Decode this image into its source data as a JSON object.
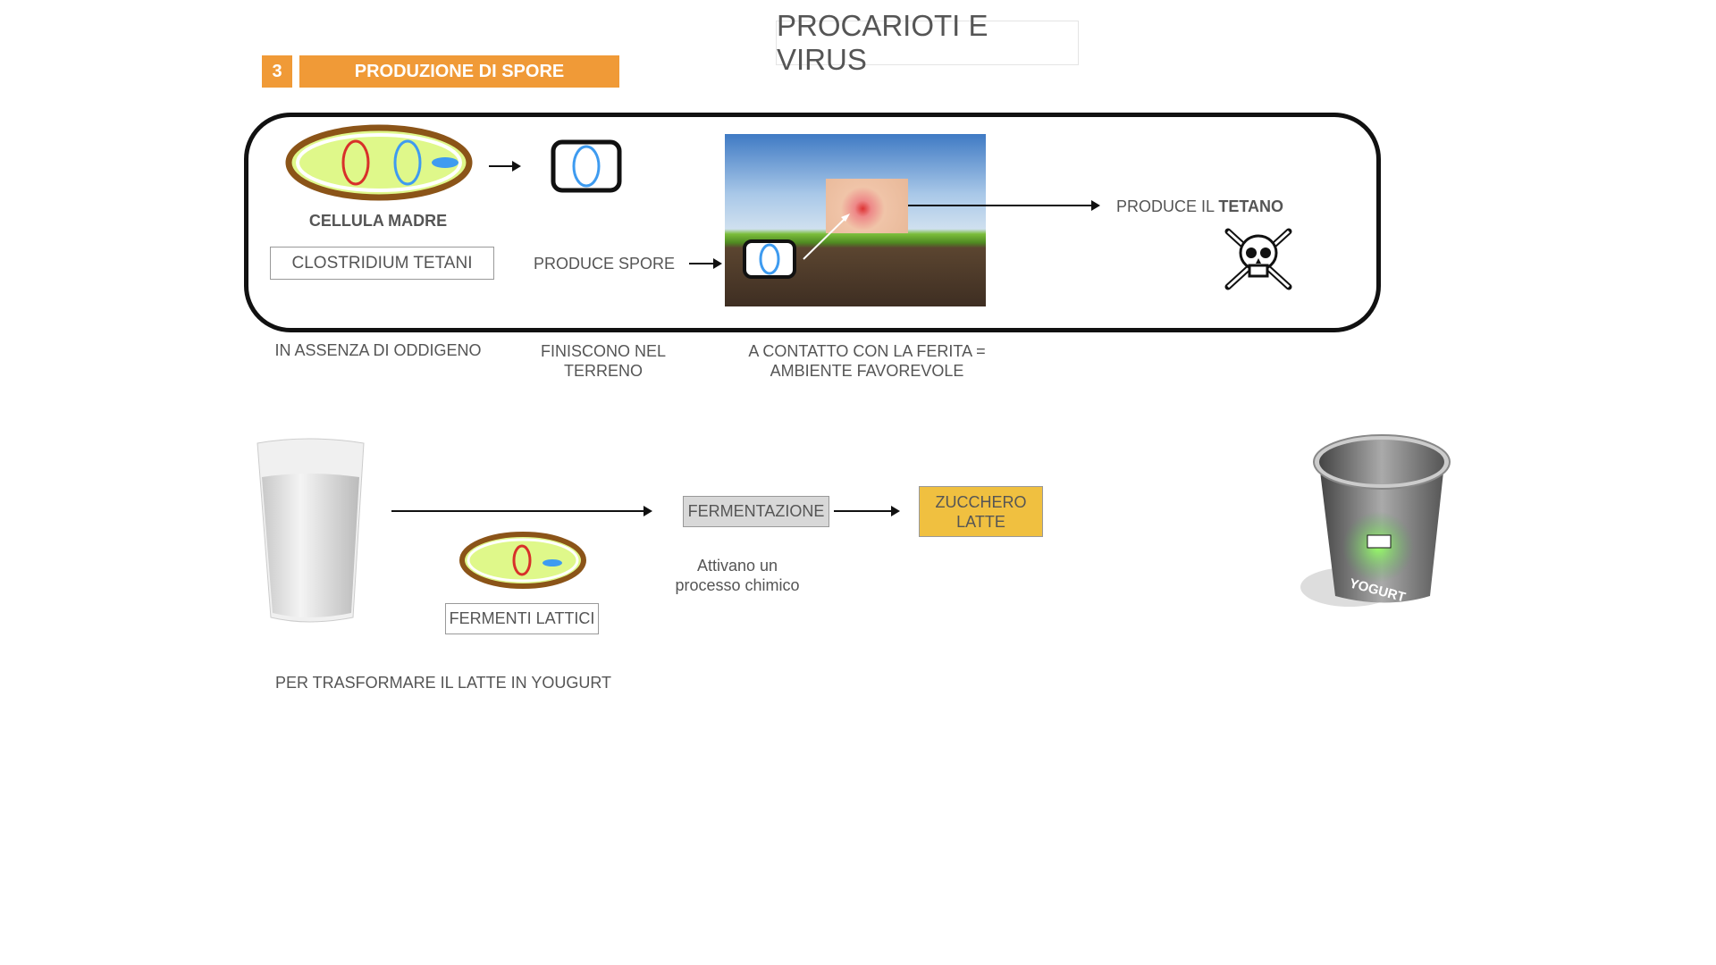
{
  "header": {
    "section_number": "3",
    "section_title": "PRODUZIONE DI SPORE",
    "page_title": "PROCARIOTI E VIRUS"
  },
  "spores": {
    "mother_cell_label": "CELLULA MADRE",
    "species_label": "CLOSTRIDIUM TETANI",
    "produces_spores": "PRODUCE SPORE",
    "produces_tetanus_prefix": "PRODUCE IL ",
    "produces_tetanus_bold": "TETANO",
    "caption_oxygen": "IN ASSENZA DI ODDIGENO",
    "caption_soil_1": "FINISCONO NEL",
    "caption_soil_2": "TERRENO",
    "caption_wound_1": "A CONTATTO CON LA FERITA =",
    "caption_wound_2": "AMBIENTE FAVOREVOLE"
  },
  "yogurt": {
    "lactic_label": "FERMENTI LATTICI",
    "fermentation_label": "FERMENTAZIONE",
    "sugar_label_1": "ZUCCHERO",
    "sugar_label_2": "LATTE",
    "chem_1": "Attivano un",
    "chem_2": "processo chimico",
    "caption": "PER TRASFORMARE IL LATTE IN YOUGURT",
    "cup_text": "YOGURT"
  },
  "colors": {
    "accent": "#f09a37",
    "sugar_box": "#f0c040"
  }
}
